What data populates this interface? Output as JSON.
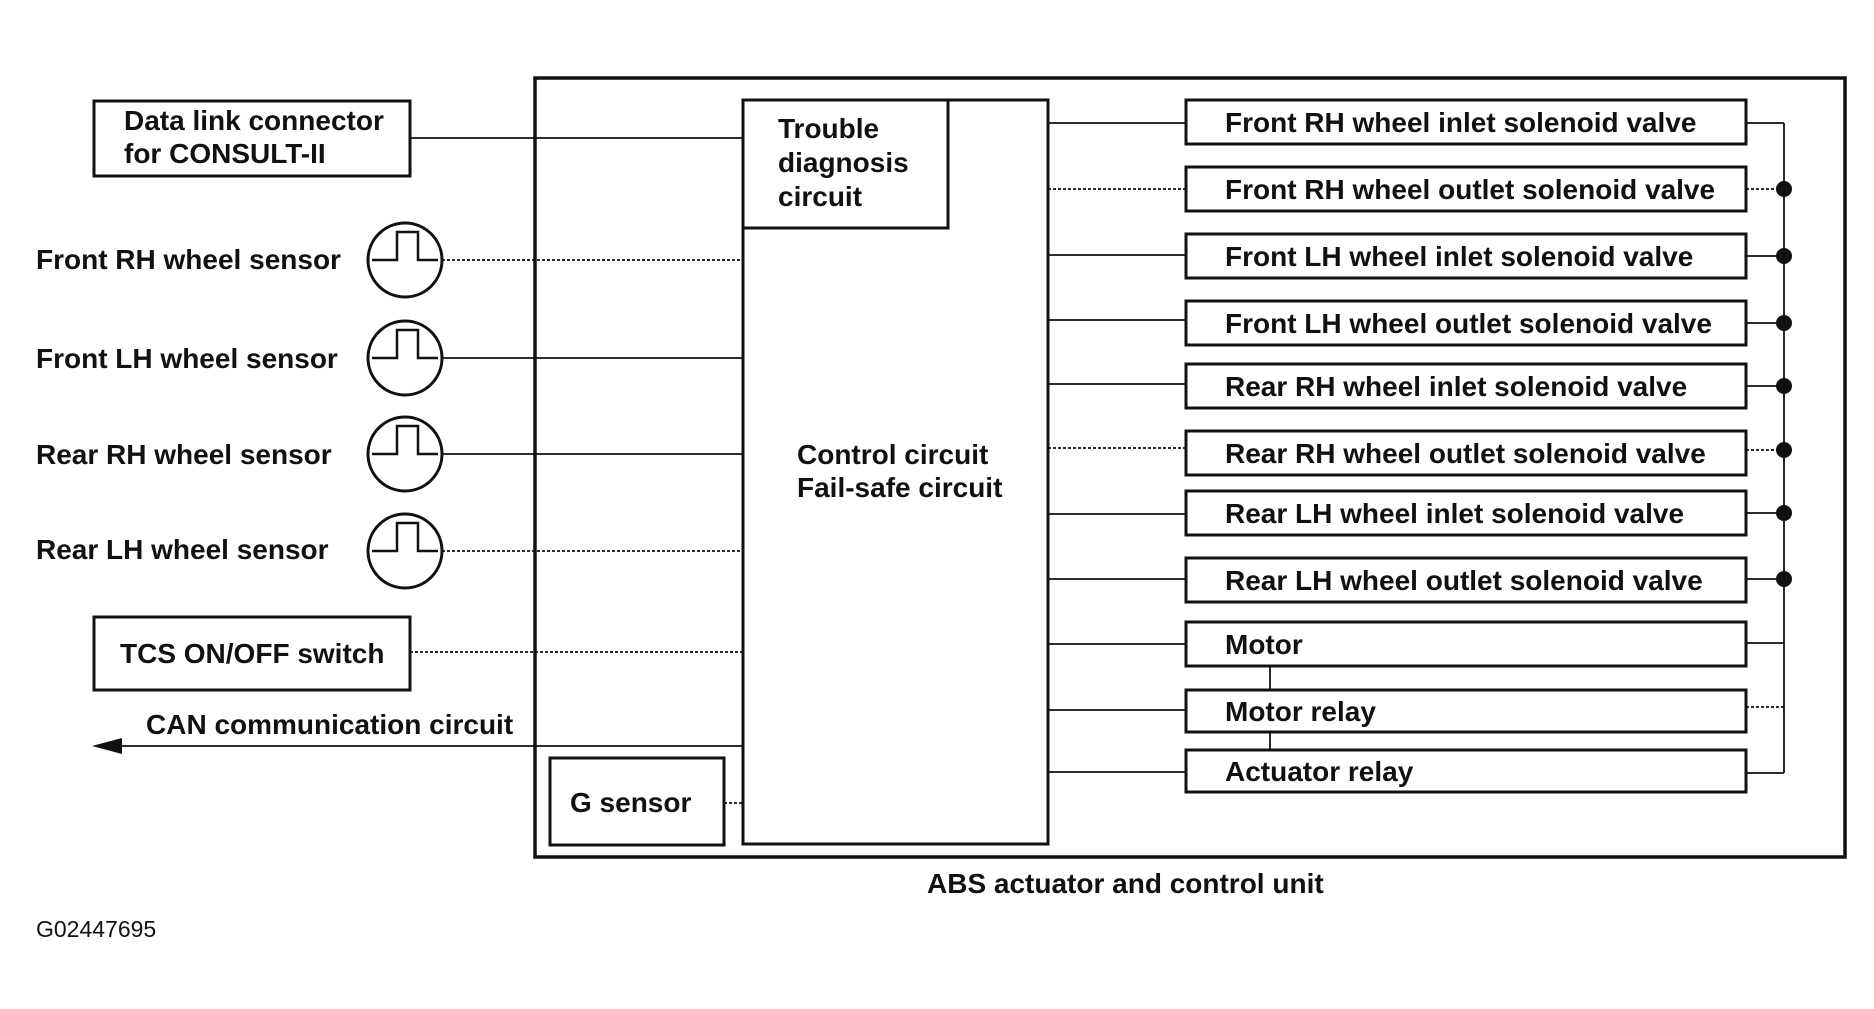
{
  "left_components": {
    "data_link": [
      "Data link connector",
      "for CONSULT-II"
    ],
    "front_rh_sensor": "Front RH wheel sensor",
    "front_lh_sensor": "Front LH wheel sensor",
    "rear_rh_sensor": "Rear RH wheel sensor",
    "rear_lh_sensor": "Rear LH wheel sensor",
    "tcs_switch": "TCS ON/OFF switch",
    "can_circuit": "CAN communication circuit"
  },
  "control_unit": {
    "trouble_diagnosis": [
      "Trouble",
      "diagnosis",
      "circuit"
    ],
    "control_circuit": [
      "Control circuit",
      "Fail-safe circuit"
    ],
    "g_sensor": "G sensor",
    "caption": "ABS actuator and control unit"
  },
  "right_components": [
    "Front RH wheel inlet solenoid valve",
    "Front RH wheel outlet solenoid valve",
    "Front LH wheel inlet solenoid valve",
    "Front LH wheel outlet solenoid valve",
    "Rear RH wheel inlet solenoid valve",
    "Rear RH wheel outlet solenoid valve",
    "Rear LH wheel inlet solenoid valve",
    "Rear LH wheel outlet solenoid valve",
    "Motor",
    "Motor relay",
    "Actuator relay"
  ],
  "figure_id": "G02447695"
}
